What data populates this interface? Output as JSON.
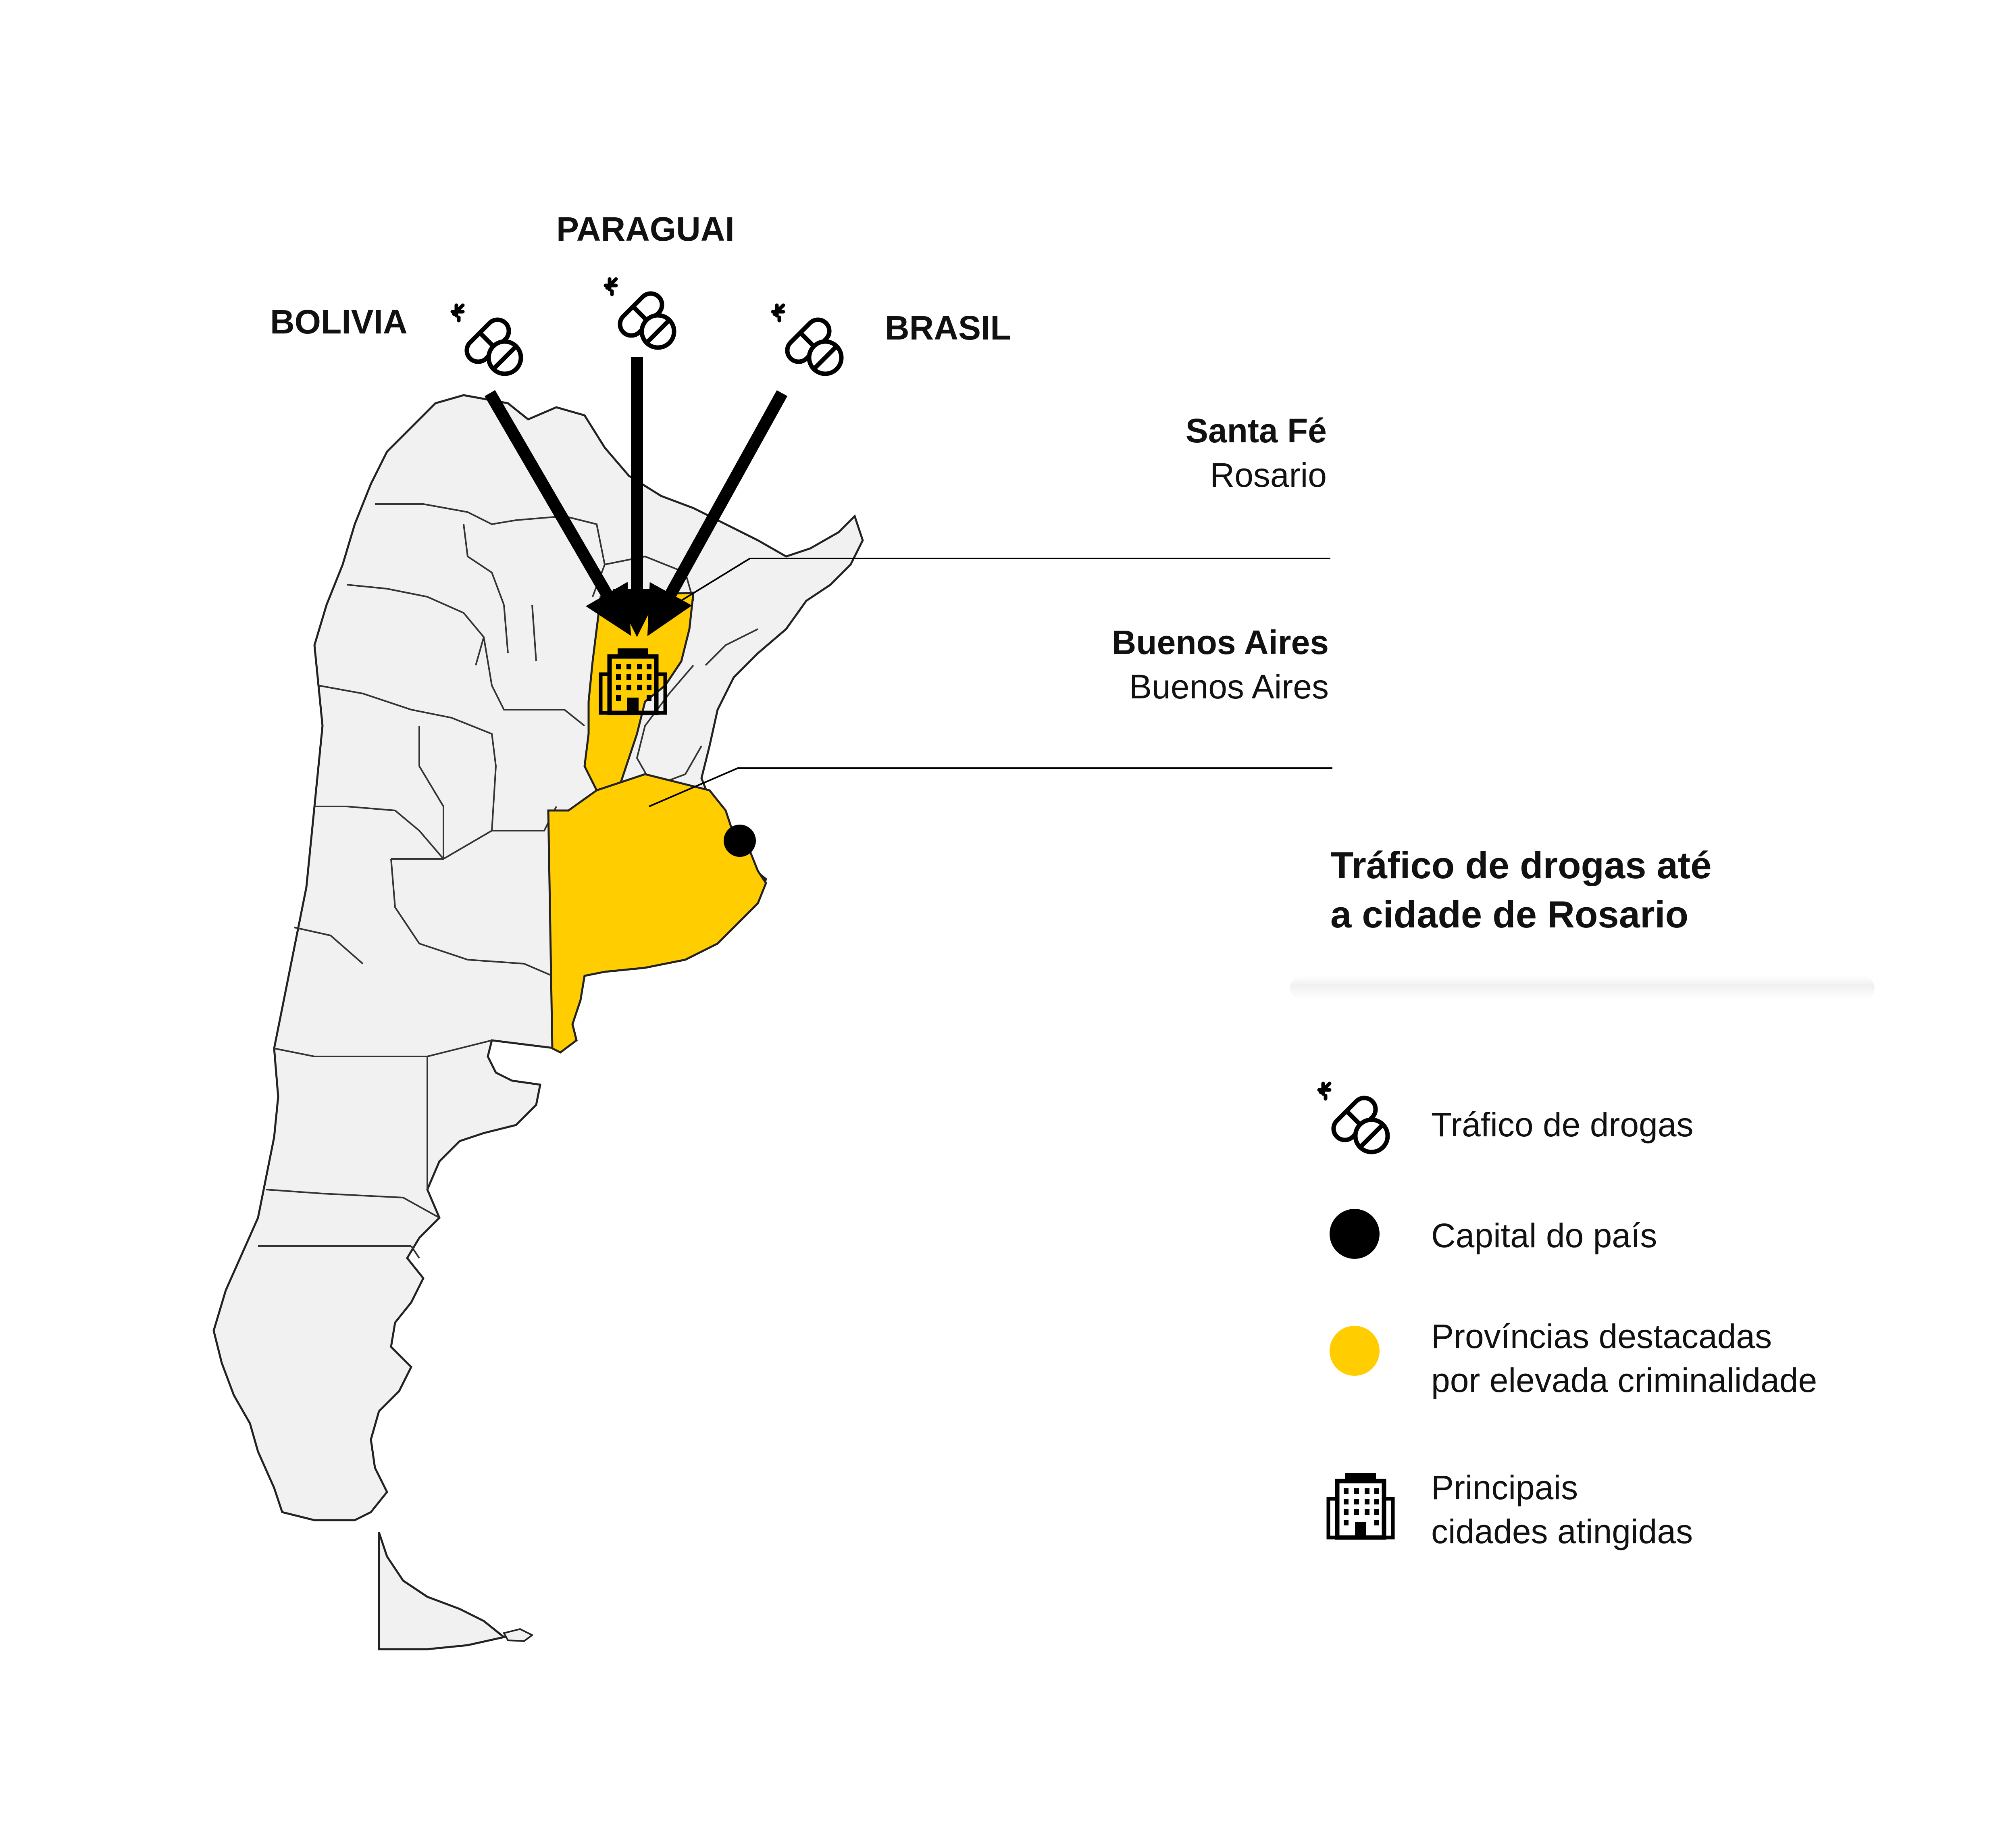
{
  "colors": {
    "land": "#f1f1f1",
    "border": "#222222",
    "highlight": "#ffcd00",
    "ink": "#000000"
  },
  "map": {
    "countries": {
      "bolivia": "BOLIVIA",
      "paraguai": "PARAGUAI",
      "brasil": "BRASIL"
    },
    "callouts": [
      {
        "province": "Santa Fé",
        "city": "Rosario"
      },
      {
        "province": "Buenos Aires",
        "city": "Buenos Aires"
      }
    ]
  },
  "title": {
    "line1": "Tráfico de drogas até",
    "line2": "a cidade de Rosario"
  },
  "legend": [
    {
      "icon": "pills-icon",
      "line1": "Tráfico de drogas",
      "line2": ""
    },
    {
      "icon": "black-dot-icon",
      "line1": "Capital do país",
      "line2": ""
    },
    {
      "icon": "yellow-dot-icon",
      "line1": "Províncias destacadas",
      "line2": "por elevada criminalidade"
    },
    {
      "icon": "building-icon",
      "line1": "Principais",
      "line2": "cidades atingidas"
    }
  ]
}
